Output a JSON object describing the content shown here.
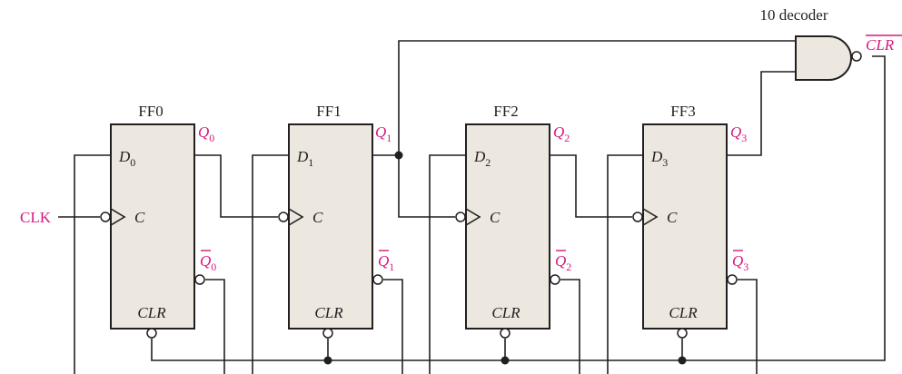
{
  "colors": {
    "ink": "#231f20",
    "box_fill": "#ece7df",
    "signal": "#d6187f"
  },
  "decoder": {
    "title": "10 decoder",
    "output_label": "CLR",
    "output_overbar": true
  },
  "clock": {
    "label": "CLK"
  },
  "flip_flops": [
    {
      "title": "FF0",
      "d_label": "D",
      "d_sub": "0",
      "clk_label": "C",
      "clr_label": "CLR",
      "q_label": "Q",
      "q_sub": "0",
      "qbar_label": "Q",
      "qbar_sub": "0"
    },
    {
      "title": "FF1",
      "d_label": "D",
      "d_sub": "1",
      "clk_label": "C",
      "clr_label": "CLR",
      "q_label": "Q",
      "q_sub": "1",
      "qbar_label": "Q",
      "qbar_sub": "1"
    },
    {
      "title": "FF2",
      "d_label": "D",
      "d_sub": "2",
      "clk_label": "C",
      "clr_label": "CLR",
      "q_label": "Q",
      "q_sub": "2",
      "qbar_label": "Q",
      "qbar_sub": "2"
    },
    {
      "title": "FF3",
      "d_label": "D",
      "d_sub": "3",
      "clk_label": "C",
      "clr_label": "CLR",
      "q_label": "Q",
      "q_sub": "3",
      "qbar_label": "Q",
      "qbar_sub": "3"
    }
  ]
}
